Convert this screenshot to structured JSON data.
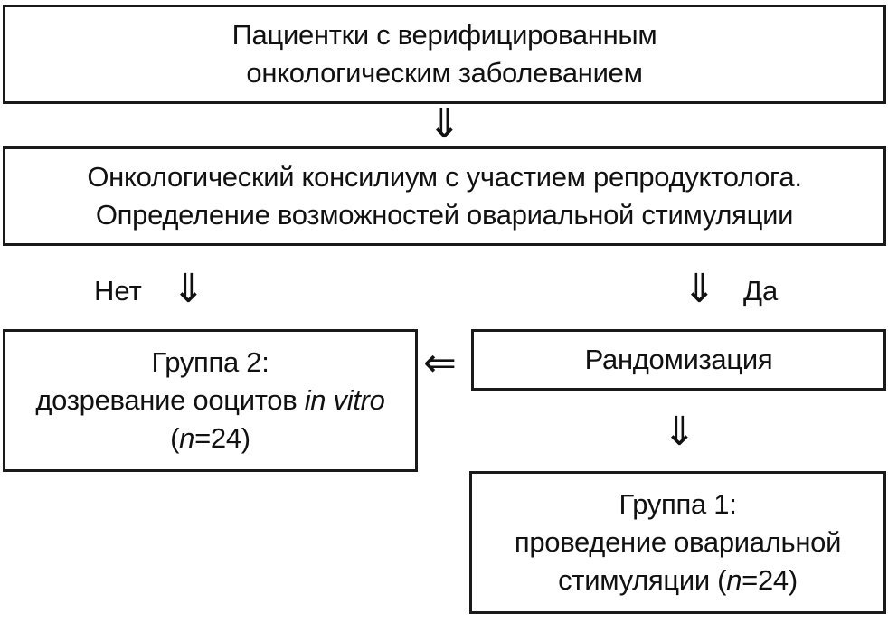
{
  "boxes": {
    "patients": {
      "line1": "Пациентки с верифицированным",
      "line2": "онкологическим заболеванием"
    },
    "council": {
      "line1": "Онкологический консилиум с участием репродуктолога.",
      "line2": "Определение возможностей овариальной стимуляции"
    },
    "group2": {
      "line1": "Группа 2:",
      "line2_prefix": "дозревание ооцитов ",
      "line2_italic": "in vitro",
      "line3_open": "(",
      "line3_n": "n",
      "line3_rest": "=24)"
    },
    "randomization": {
      "label": "Рандомизация"
    },
    "group1": {
      "line1": "Группа 1:",
      "line2": "проведение овариальной",
      "line3_prefix": "стимуляции (",
      "line3_n": "n",
      "line3_rest": "=24)"
    }
  },
  "labels": {
    "no": "Нет",
    "yes": "Да"
  },
  "arrows": {
    "down": "⇓",
    "left": "⇐"
  }
}
